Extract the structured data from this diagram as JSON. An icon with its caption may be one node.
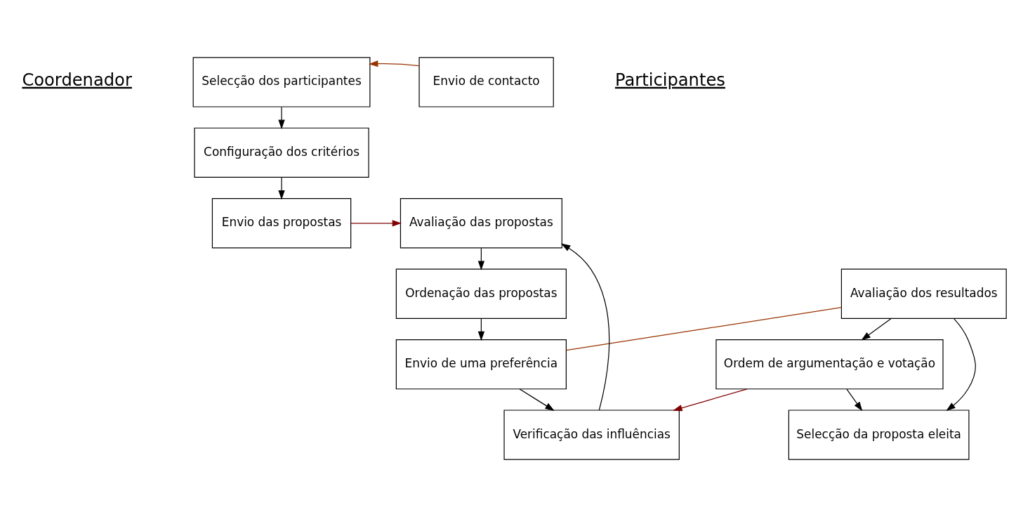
{
  "diagram": {
    "nodes": [
      {
        "text": [
          "Selecção dos participantes"
        ]
      },
      {
        "text": [
          "Envio de contacto"
        ]
      },
      {
        "text": [
          "Configuração dos critérios"
        ]
      },
      {
        "text": [
          "Envio das propostas"
        ]
      },
      {
        "text": [
          "Avaliação das propostas"
        ]
      },
      {
        "text": [
          "Avaliação dos resultados"
        ]
      },
      {
        "text": [
          "Ordenação das propostas"
        ]
      },
      {
        "text": [
          "Ordem de argumentação e votação"
        ]
      },
      {
        "text": [
          "Envio de uma preferência"
        ]
      },
      {
        "text": [
          "Selecção da proposta eleita"
        ]
      },
      {
        "text": [
          "Verificação das influências"
        ]
      }
    ],
    "edges": [
      {
        "from": 1,
        "to": 0,
        "arrow": "to",
        "color": "#993300"
      },
      {
        "from": 0,
        "to": 2,
        "arrow": "to"
      },
      {
        "from": 2,
        "to": 3,
        "arrow": "to"
      },
      {
        "from": 3,
        "to": 4,
        "arrow": "to",
        "color": "#800000"
      },
      {
        "from": 4,
        "to": 6,
        "arrow": "to"
      },
      {
        "from": 6,
        "to": 8,
        "arrow": "to"
      },
      {
        "from": 8,
        "to": 10,
        "arrow": "to"
      },
      {
        "from": 10,
        "to": 4,
        "arrow": "to"
      },
      {
        "from": 8,
        "to": 5,
        "arrow": "none",
        "color": "#993300"
      },
      {
        "from": 7,
        "to": 10,
        "arrow": "to",
        "color": "#800000"
      },
      {
        "from": 5,
        "to": 7,
        "arrow": "to"
      },
      {
        "from": 7,
        "to": 9,
        "arrow": "to"
      },
      {
        "from": 5,
        "to": 9,
        "arrow": "to"
      }
    ],
    "labels": [
      "Coordenador",
      "Participantes"
    ]
  }
}
